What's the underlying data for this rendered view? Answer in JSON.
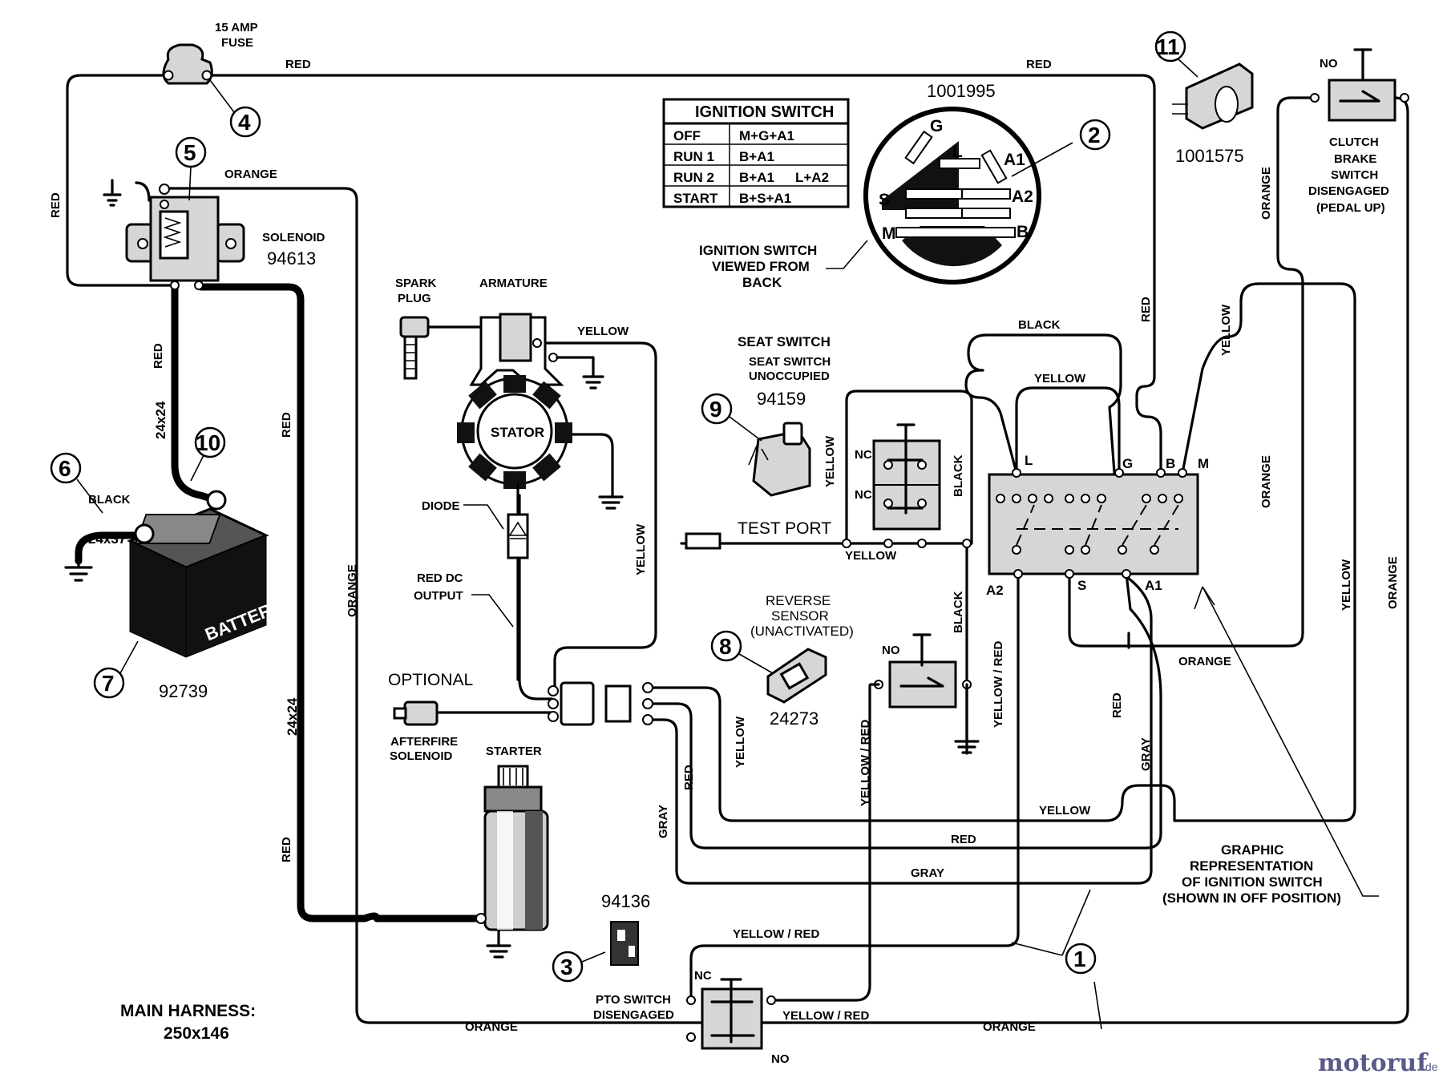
{
  "fuse": {
    "line1": "15 AMP",
    "line2": "FUSE"
  },
  "solenoid": {
    "name": "SOLENOID",
    "part": "94613"
  },
  "battery": {
    "label": "BATTERY",
    "part": "92739"
  },
  "spark_plug": {
    "line1": "SPARK",
    "line2": "PLUG"
  },
  "armature": "ARMATURE",
  "stator": "STATOR",
  "diode": "DIODE",
  "red_dc_output": {
    "line1": "RED DC",
    "line2": "OUTPUT"
  },
  "optional": "OPTIONAL",
  "afterfire_solenoid": {
    "line1": "AFTERFIRE",
    "line2": "SOLENOID"
  },
  "starter": "STARTER",
  "pto_switch": {
    "part": "94136",
    "line1": "PTO SWITCH",
    "line2": "DISENGAGED",
    "nc": "NC",
    "no": "NO"
  },
  "main_harness": {
    "line1": "MAIN HARNESS:",
    "line2": "250x146"
  },
  "ignition_table": {
    "title": "IGNITION SWITCH",
    "rows": [
      {
        "pos": "OFF",
        "conn": "M+G+A1",
        "extra": ""
      },
      {
        "pos": "RUN 1",
        "conn": "B+A1",
        "extra": ""
      },
      {
        "pos": "RUN 2",
        "conn": "B+A1",
        "extra": "L+A2"
      },
      {
        "pos": "START",
        "conn": "B+S+A1",
        "extra": ""
      }
    ]
  },
  "ignition_back": {
    "part": "1001995",
    "terminals": [
      "G",
      "L",
      "A1",
      "A2",
      "S",
      "M",
      "B"
    ],
    "caption": {
      "line1": "IGNITION SWITCH",
      "line2": "VIEWED FROM",
      "line3": "BACK"
    }
  },
  "clutch_switch": {
    "part": "1001575",
    "no": "NO",
    "line1": "CLUTCH",
    "line2": "BRAKE",
    "line3": "SWITCH",
    "line4": "DISENGAGED",
    "line5": "(PEDAL UP)"
  },
  "seat_switch": {
    "title": "SEAT SWITCH",
    "line1": "SEAT SWITCH",
    "line2": "UNOCCUPIED",
    "part": "94159",
    "nc": "NC"
  },
  "test_port": "TEST PORT",
  "reverse_sensor": {
    "line1": "REVERSE",
    "line2": "SENSOR",
    "line3": "(UNACTIVATED)",
    "part": "24273",
    "no": "NO"
  },
  "switch_graphic_terminals": {
    "l": "L",
    "g": "G",
    "b": "B",
    "m": "M",
    "a2": "A2",
    "s": "S",
    "a1": "A1"
  },
  "graphic_caption": {
    "line1": "GRAPHIC",
    "line2": "REPRESENTATION",
    "line3": "OF IGNITION SWITCH",
    "line4": "(SHOWN IN OFF POSITION)"
  },
  "wire_labels": {
    "red": "RED",
    "orange": "ORANGE",
    "black": "BLACK",
    "yellow": "YELLOW",
    "gray": "GRAY",
    "yellow_red": "YELLOW / RED",
    "size_24x24": "24x24",
    "size_24x37": "24x37"
  },
  "callouts": [
    "1",
    "2",
    "3",
    "4",
    "5",
    "6",
    "7",
    "8",
    "9",
    "10",
    "11"
  ],
  "watermark": {
    "brand": "motoruf",
    "tld": ".de"
  },
  "colors": {
    "ink": "#000000",
    "paper": "#ffffff",
    "component_fill": "#d6d6d6",
    "watermark": "#5a5a8a"
  }
}
